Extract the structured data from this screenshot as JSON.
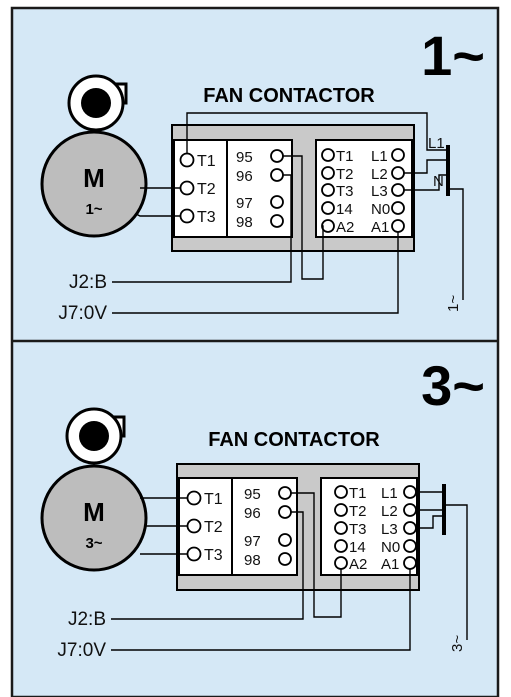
{
  "colors": {
    "panel_background": "#d5e8f6",
    "frame": "#1a1a1a",
    "module_fill": "#ffffff",
    "contactor_body": "#c9c9c9",
    "motor_fill": "#bdbdbd"
  },
  "single_phase": {
    "phase_label": "1~",
    "title": "FAN CONTACTOR",
    "motor_letter": "M",
    "motor_phase": "1~",
    "motor_terminals": [
      "T1",
      "T2",
      "T3"
    ],
    "aux_terminals": [
      "95",
      "96",
      "97",
      "98"
    ],
    "main_left_terminals": [
      "T1",
      "T2",
      "T3",
      "14",
      "A2"
    ],
    "main_right_terminals": [
      "L1",
      "L2",
      "L3",
      "N0",
      "A1"
    ],
    "line_label_l1": "L1",
    "line_label_n": "N",
    "supply_label": "1~",
    "input_labels": [
      "J2:B",
      "J7:0V"
    ]
  },
  "three_phase": {
    "phase_label": "3~",
    "title": "FAN CONTACTOR",
    "motor_letter": "M",
    "motor_phase": "3~",
    "motor_terminals": [
      "T1",
      "T2",
      "T3"
    ],
    "aux_terminals": [
      "95",
      "96",
      "97",
      "98"
    ],
    "main_left_terminals": [
      "T1",
      "T2",
      "T3",
      "14",
      "A2"
    ],
    "main_right_terminals": [
      "L1",
      "L2",
      "L3",
      "N0",
      "A1"
    ],
    "supply_label": "3~",
    "input_labels": [
      "J2:B",
      "J7:0V"
    ]
  }
}
